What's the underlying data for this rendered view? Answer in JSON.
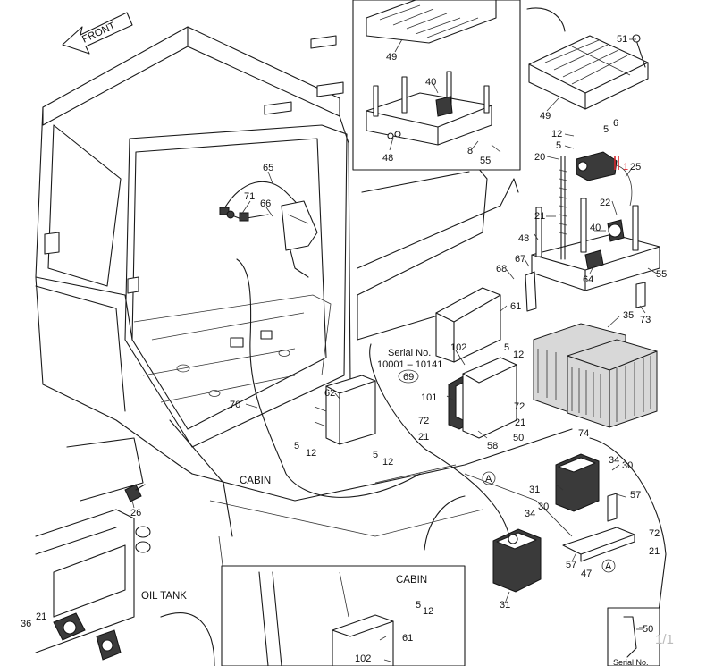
{
  "direction": {
    "label": "FRONT"
  },
  "areas": {
    "cabin": "CABIN",
    "oil_tank": "OIL TANK"
  },
  "serial_note": {
    "heading": "Serial No.",
    "range": "10001 – 10141",
    "part": "69"
  },
  "detail_cabin_label": "CABIN",
  "bottom_right_note": "Serial No.",
  "page_indicator": "1/1",
  "callouts": {
    "n65": "65",
    "n71": "71",
    "n66": "66",
    "n70": "70",
    "n62": "62",
    "n5a": "5",
    "n12a": "12",
    "n5b": "5",
    "n12b": "12",
    "n102": "102",
    "n101": "101",
    "n58": "58",
    "n61": "61",
    "n5c": "5",
    "n12c": "12",
    "n72a": "72",
    "n21a": "21",
    "n72b": "72",
    "n21b": "21",
    "n50": "50",
    "n74": "74",
    "n35": "35",
    "n68": "68",
    "n67": "67",
    "n73": "73",
    "n55a": "55",
    "n64": "64",
    "n40a": "40",
    "n22": "22",
    "n25": "25",
    "n48a": "48",
    "n21c": "21",
    "n20": "20",
    "n12d": "12",
    "n5d": "5",
    "n5e": "5",
    "n6": "6",
    "n1": "1",
    "n49a": "49",
    "n51": "51",
    "n49b": "49",
    "n40b": "40",
    "n48b": "48",
    "n8": "8",
    "n55b": "55",
    "n34a": "34",
    "n30a": "30",
    "n31a": "31",
    "n57a": "57",
    "n34b": "34",
    "n30b": "30",
    "n57b": "57",
    "n47": "47",
    "n72c": "72",
    "n21d": "21",
    "n31b": "31",
    "n26": "26",
    "n36": "36",
    "n21e": "21",
    "n5f": "5",
    "n12e": "12",
    "n61b": "61",
    "n102b": "102",
    "n50b": "50",
    "mark_a1": "A",
    "mark_a2": "A"
  },
  "colors": {
    "highlight": "#d9262c",
    "line": "#1a1a1a",
    "page_indicator": "#bbbbbb"
  }
}
